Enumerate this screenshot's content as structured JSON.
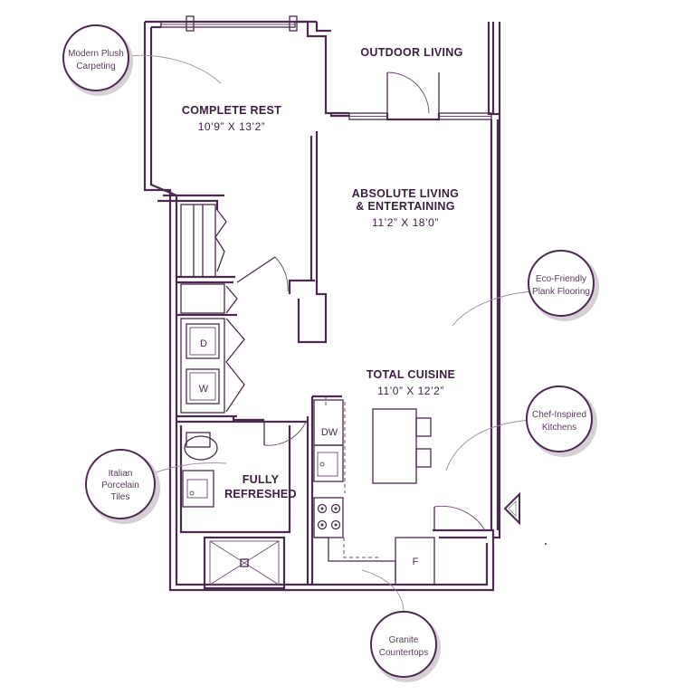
{
  "rooms": {
    "bedroom": {
      "label": "COMPLETE REST",
      "dims": "10’9” X 13’2”"
    },
    "outdoor": {
      "label": "OUTDOOR LIVING"
    },
    "living": {
      "label_line1": "ABSOLUTE LIVING",
      "label_line2": "& ENTERTAINING",
      "dims": "11’2” X 18’0”"
    },
    "kitchen": {
      "label": "TOTAL CUISINE",
      "dims": "11’0” X 12’2”"
    },
    "bathroom": {
      "label_line1": "FULLY",
      "label_line2": "REFRESHED"
    }
  },
  "appliances": {
    "dryer": "D",
    "washer": "W",
    "dishwasher": "DW",
    "fridge": "F"
  },
  "callouts": {
    "carpet": {
      "line1": "Modern Plush",
      "line2": "Carpeting"
    },
    "flooring": {
      "line1": "Eco-Friendly",
      "line2": "Plank Flooring"
    },
    "kitchens": {
      "line1": "Chef-Inspired",
      "line2": "Kitchens"
    },
    "tiles": {
      "line1": "Italian",
      "line2": "Porcelain",
      "line3": "Tiles"
    },
    "counters": {
      "line1": "Granite",
      "line2": "Countertops"
    }
  },
  "colors": {
    "line": "#4a2a4e",
    "text": "#3b1d3f"
  },
  "icons": {
    "entry": "entry-arrow-icon"
  }
}
